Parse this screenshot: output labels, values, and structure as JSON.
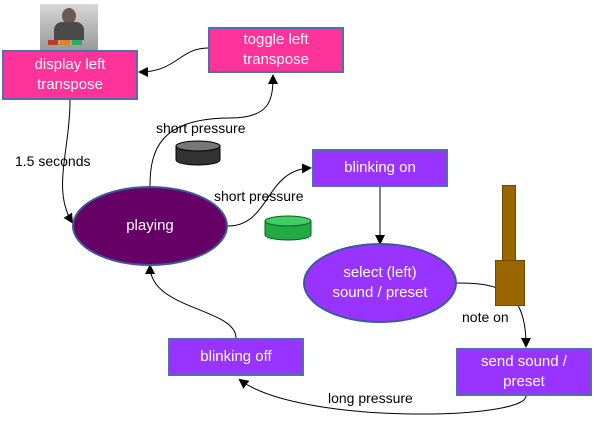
{
  "nodes": {
    "display_left_transpose": "display left transpose",
    "toggle_left_transpose": "toggle left transpose",
    "blinking_on": "blinking on",
    "playing": "playing",
    "select_left_sound_preset": "select (left) sound / preset",
    "send_sound_preset": "send sound / preset",
    "blinking_off": "blinking off"
  },
  "edge_labels": {
    "short_pressure_1": "short pressure",
    "short_pressure_2": "short pressure",
    "seconds": "1.5 seconds",
    "note_on": "note on",
    "long_pressure": "long pressure"
  },
  "colors": {
    "pink_box": "#ff3399",
    "violet_box": "#9933ff",
    "playing_fill": "#660066",
    "button_dark": "#333333",
    "button_green": "#22aa44",
    "fader": "#996600"
  },
  "icons": {
    "photo": "device-photo-icon",
    "button_dark": "dark-pushbutton-icon",
    "button_green": "green-pushbutton-icon",
    "fader": "fader-icon"
  }
}
